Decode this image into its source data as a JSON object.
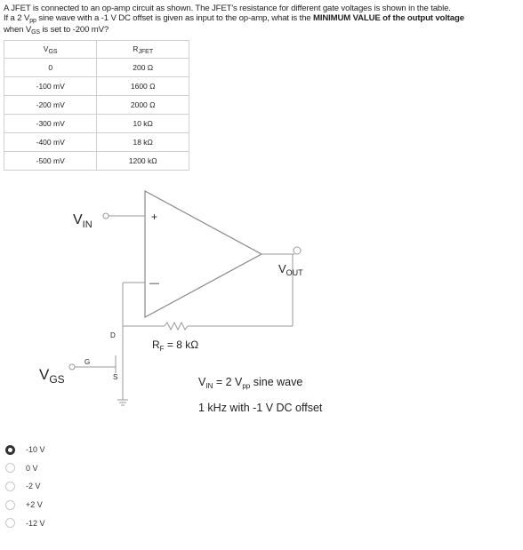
{
  "question": {
    "line1": "A JFET is connected to an op-amp circuit as shown. The JFET's resistance for different gate voltages is shown in the table.",
    "line2_pre": "If a 2 V",
    "line2_sub": "pp",
    "line2_mid": " sine wave with a -1 V DC offset is given as input to the op-amp, what is the ",
    "line2_bold": "MINIMUM VALUE of the output voltage",
    "line3_pre": "when V",
    "line3_sub": "GS",
    "line3_post": " is set to -200 mV?"
  },
  "table": {
    "header_vgs": "V",
    "header_vgs_sub": "GS",
    "header_r": "R",
    "header_r_sub": "JFET",
    "rows": [
      {
        "vgs": "0",
        "r": "200 Ω"
      },
      {
        "vgs": "-100 mV",
        "r": "1600 Ω"
      },
      {
        "vgs": "-200 mV",
        "r": "2000 Ω"
      },
      {
        "vgs": "-300 mV",
        "r": "10 kΩ"
      },
      {
        "vgs": "-400 mV",
        "r": "18 kΩ"
      },
      {
        "vgs": "-500 mV",
        "r": "1200 kΩ"
      }
    ]
  },
  "circuit": {
    "vin_main": "V",
    "vin_sub": "IN",
    "vout_main": "V",
    "vout_sub": "OUT",
    "vgs_main": "V",
    "vgs_sub": "GS",
    "plus": "+",
    "minus": "—",
    "drain": "D",
    "gate": "G",
    "source": "S",
    "rf_main": "R",
    "rf_sub": "F",
    "rf_value": " = 8 kΩ",
    "note_vin_main": "V",
    "note_vin_sub": "IN",
    "note_eq": " = 2 V",
    "note_pp": "pp",
    "note_rest": " sine wave",
    "note_line2": "1 kHz with -1 V DC offset"
  },
  "options": [
    {
      "label": "-10 V",
      "selected": true
    },
    {
      "label": "0 V",
      "selected": false
    },
    {
      "label": "-2 V",
      "selected": false
    },
    {
      "label": "+2 V",
      "selected": false
    },
    {
      "label": "-12 V",
      "selected": false
    }
  ]
}
